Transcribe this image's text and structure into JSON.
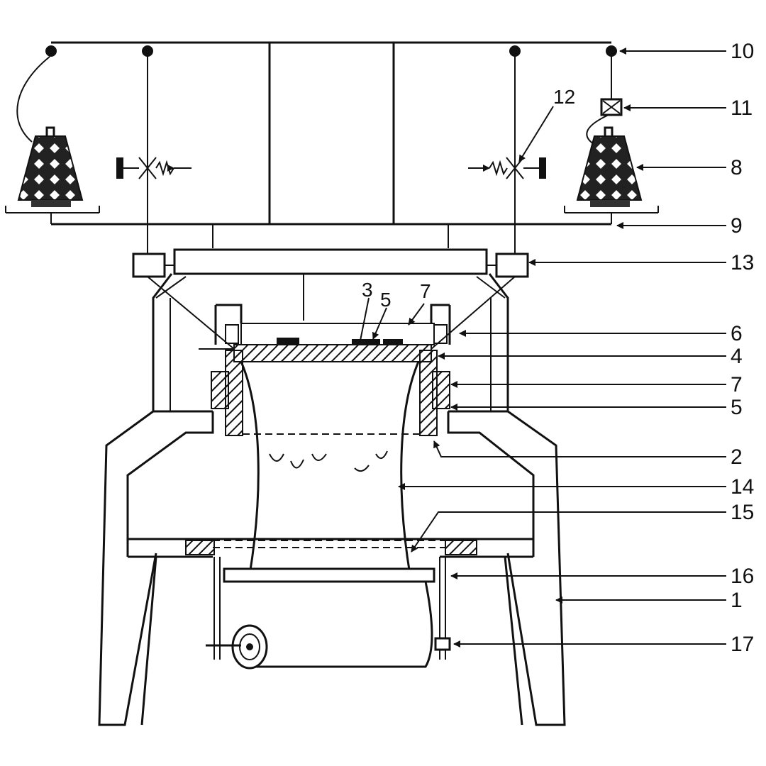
{
  "diagram": {
    "callouts": [
      "10",
      "11",
      "8",
      "9",
      "13",
      "6",
      "4",
      "7",
      "5",
      "2",
      "14",
      "15",
      "16",
      "1",
      "17"
    ],
    "inline_labels": [
      "12",
      "3",
      "5",
      "7"
    ]
  }
}
